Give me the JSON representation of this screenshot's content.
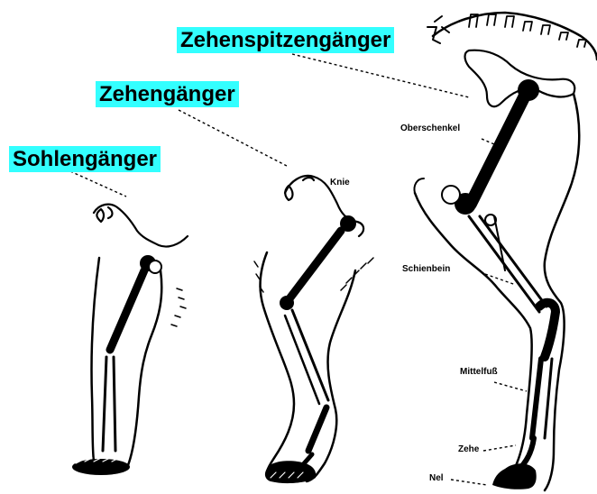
{
  "categories": {
    "plantigrade": "Sohlengänger",
    "digitigrade": "Zehengänger",
    "unguligrade": "Zehenspitzengänger"
  },
  "parts": {
    "knee": "Knie",
    "femur": "Oberschenkel",
    "tibia": "Schienbein",
    "metatarsus": "Mittelfuß",
    "toe": "Zehe",
    "hoof": "Nel"
  },
  "colors": {
    "highlight": "#33ffff",
    "ink": "#000000",
    "background": "#ffffff"
  }
}
